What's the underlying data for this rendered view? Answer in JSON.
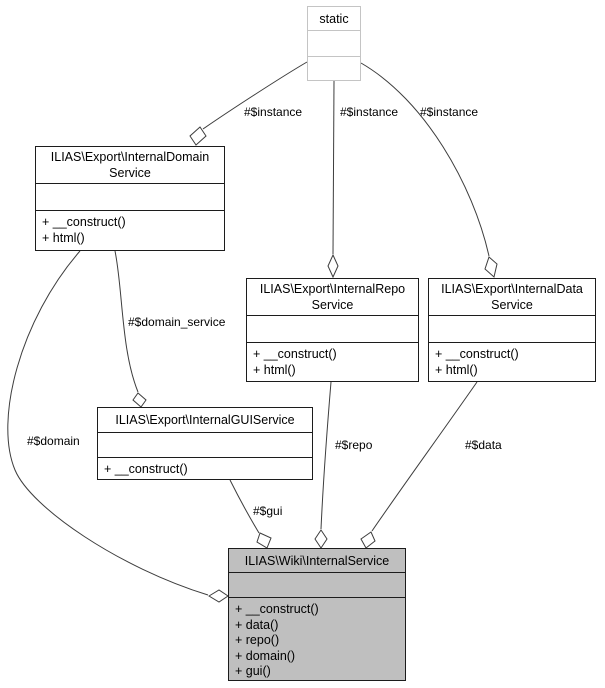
{
  "diagram": {
    "type": "uml-collaboration-graph",
    "colors": {
      "node_border": "#1c1c1c",
      "static_node_border": "#c4c4c4",
      "highlight_node_fill": "#bfbfbf",
      "edge": "#3d3d3d",
      "background": "#ffffff"
    },
    "classes": {
      "static": {
        "title": "static",
        "methods": []
      },
      "domain": {
        "title": "ILIAS\\Export\\InternalDomain Service",
        "methods": [
          "+ __construct()",
          "+ html()"
        ]
      },
      "repo": {
        "title": "ILIAS\\Export\\InternalRepo Service",
        "methods": [
          "+ __construct()",
          "+ html()"
        ]
      },
      "data": {
        "title": "ILIAS\\Export\\InternalData Service",
        "methods": [
          "+ __construct()",
          "+ html()"
        ]
      },
      "gui": {
        "title": "ILIAS\\Export\\InternalGUIService",
        "methods": [
          "+ __construct()"
        ]
      },
      "wiki": {
        "title": "ILIAS\\Wiki\\InternalService",
        "methods": [
          "+ __construct()",
          "+ data()",
          "+ repo()",
          "+ domain()",
          "+ gui()"
        ]
      }
    },
    "edges": {
      "instance_domain": {
        "label": "#$instance"
      },
      "instance_repo": {
        "label": "#$instance"
      },
      "instance_data": {
        "label": "#$instance"
      },
      "domain_service": {
        "label": "#$domain_service"
      },
      "domain": {
        "label": "#$domain"
      },
      "gui": {
        "label": "#$gui"
      },
      "repo": {
        "label": "#$repo"
      },
      "data": {
        "label": "#$data"
      }
    }
  }
}
